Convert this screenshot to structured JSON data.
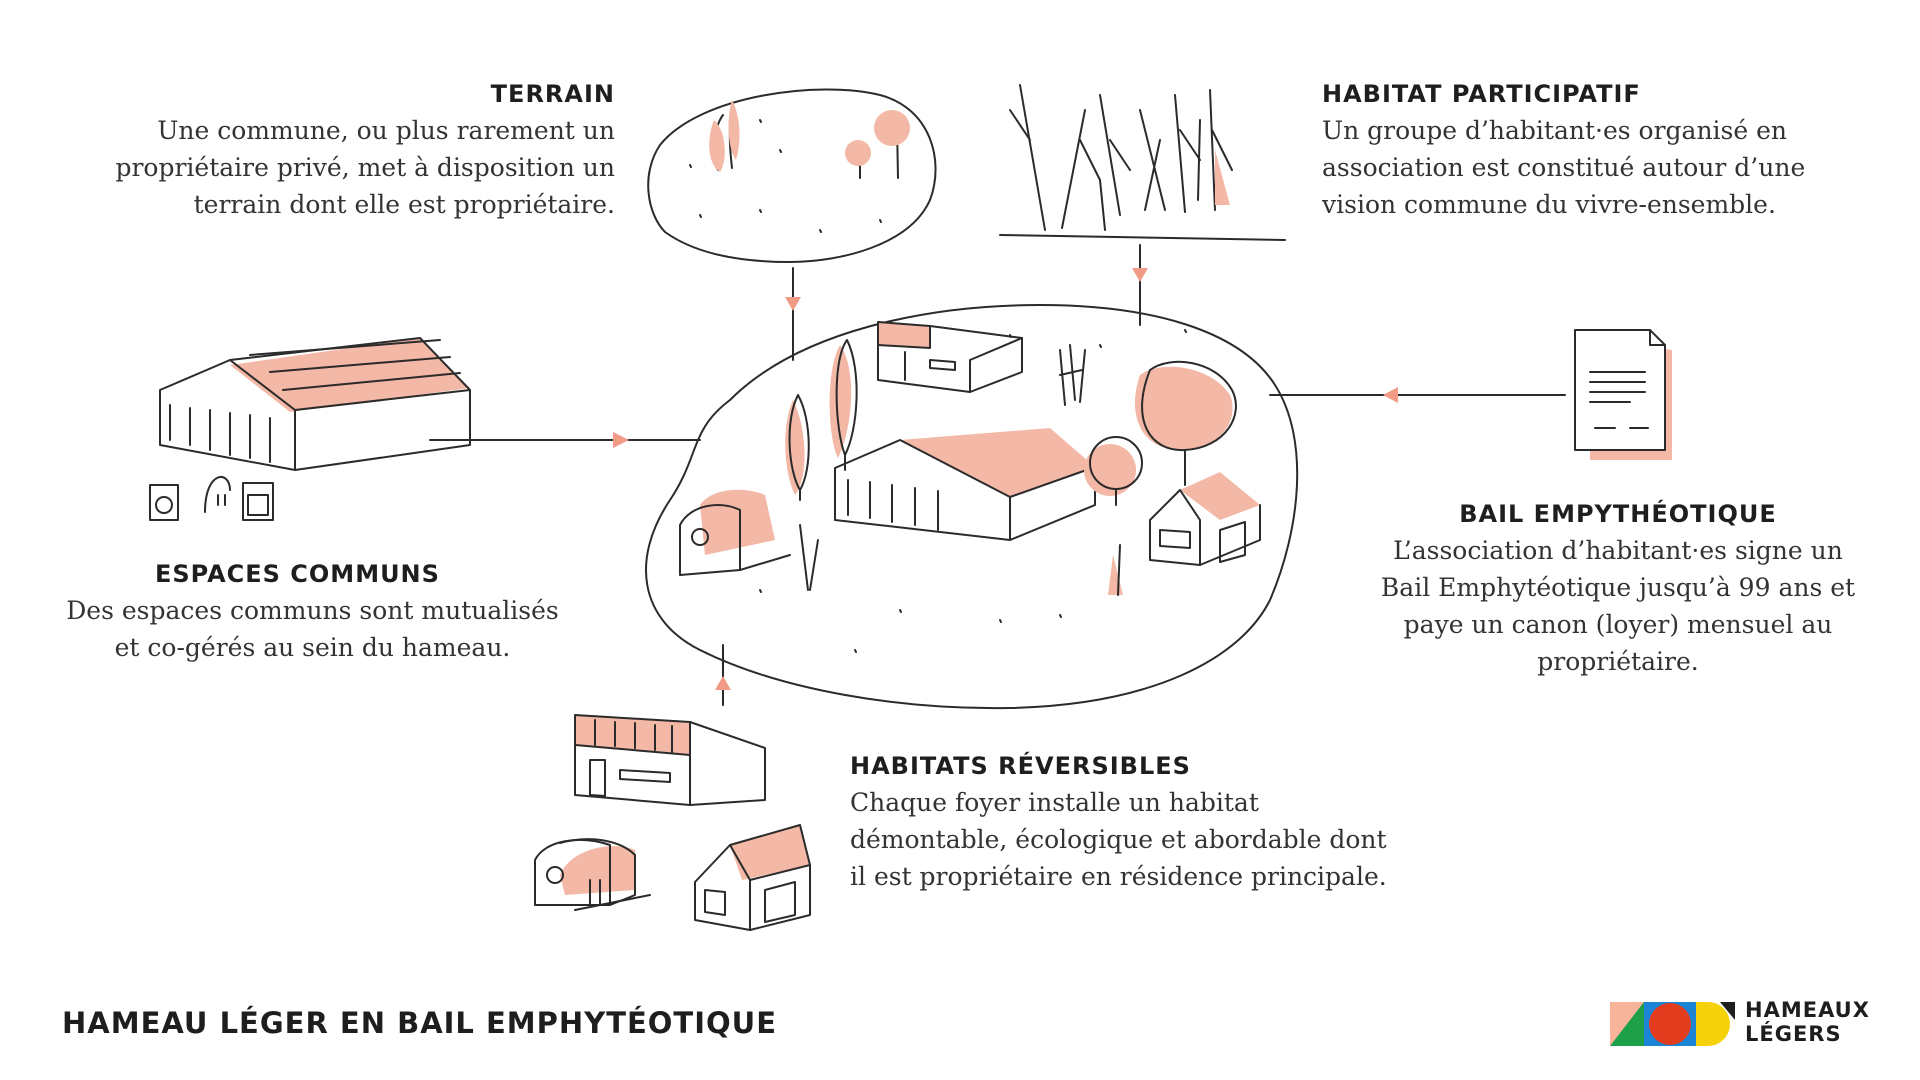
{
  "colors": {
    "accent": "#f3b8a6",
    "arrow": "#f19b86",
    "line": "#2b2b2b",
    "logo_orange": "#f7b49a",
    "logo_green": "#1ea04a",
    "logo_blue": "#1b84d4",
    "logo_red": "#e33b1e",
    "logo_yellow": "#f5d20a"
  },
  "blocks": {
    "terrain": {
      "title": "TERRAIN",
      "text": "Une commune, ou plus rarement un propriétaire privé, met à disposition un terrain dont elle est propriétaire."
    },
    "habitat_participatif": {
      "title": "HABITAT PARTICIPATIF",
      "text": "Un groupe d’habitant·es organisé en association est constitué autour d’une vision commune du vivre-ensemble."
    },
    "espaces_communs": {
      "title": "ESPACES COMMUNS",
      "text": "Des espaces communs sont mutualisés et co-gérés au sein du hameau."
    },
    "bail": {
      "title": "BAIL EMPYTHÉOTIQUE",
      "text": "L’association d’habitant·es signe un Bail Emphytéotique jusqu’à 99 ans et paye un canon (loyer) mensuel au propriétaire."
    },
    "habitats_reversibles": {
      "title": "HABITATS RÉVERSIBLES",
      "text": "Chaque foyer installe un habitat démontable, écologique et abordable dont il est propriétaire en résidence principale."
    }
  },
  "footer": {
    "title": "HAMEAU LÉGER EN BAIL EMPHYTÉOTIQUE"
  },
  "logo": {
    "line1": "HAMEAUX",
    "line2": "LÉGERS"
  }
}
